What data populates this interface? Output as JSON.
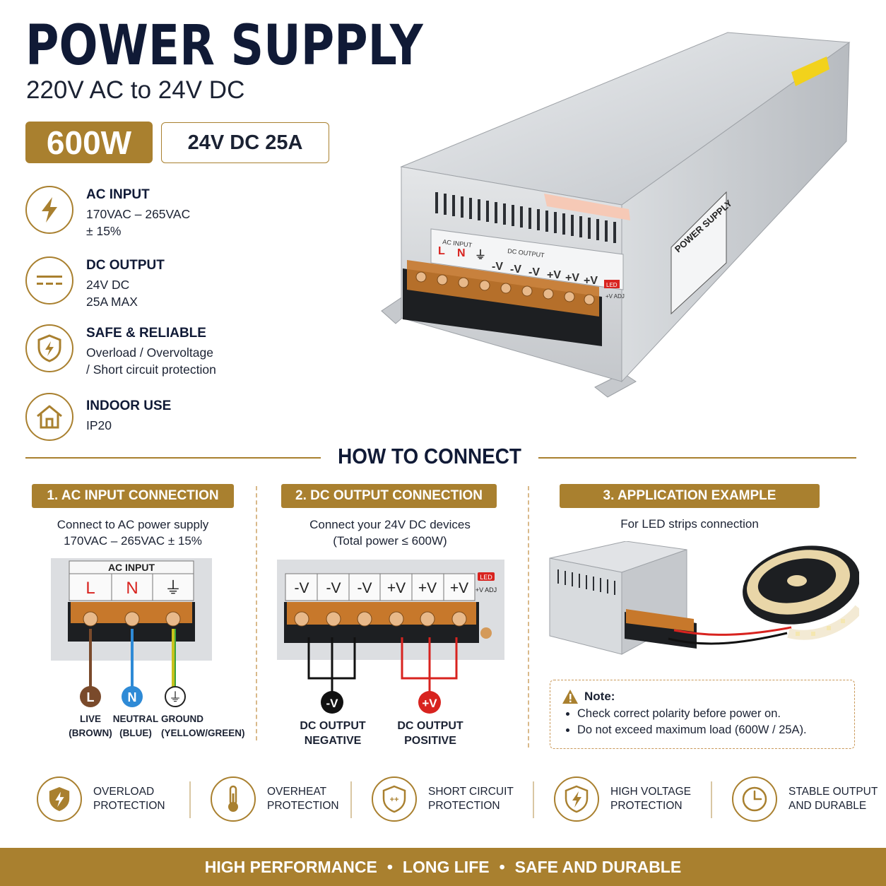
{
  "header": {
    "title": "POWER SUPPLY",
    "subtitle": "220V AC to 24V DC",
    "watt_badge": "600W",
    "rating_badge": "24V DC 25A"
  },
  "specs": [
    {
      "icon": "lightning-icon",
      "heading": "AC INPUT",
      "line1": "170VAC – 265VAC",
      "line2": "± 15%"
    },
    {
      "icon": "dc-symbol-icon",
      "heading": "DC OUTPUT",
      "line1": "24V DC",
      "line2": "25A MAX"
    },
    {
      "icon": "shield-icon",
      "heading": "SAFE & RELIABLE",
      "line1": "Overload / Overvoltage",
      "line2": "/ Short circuit protection"
    },
    {
      "icon": "house-icon",
      "heading": "INDOOR USE",
      "line1": "IP20",
      "line2": ""
    }
  ],
  "product_labels": {
    "ac_input": "AC INPUT",
    "dc_output": "DC OUTPUT",
    "brand": "POWER SUPPLY",
    "terminals": [
      "L",
      "N",
      "⏚",
      "-V",
      "-V",
      "-V",
      "+V",
      "+V",
      "+V"
    ],
    "led": "LED",
    "adj": "+V ADJ"
  },
  "how_to": {
    "title": "HOW TO CONNECT",
    "sections": [
      {
        "badge": "1. AC INPUT CONNECTION",
        "line1": "Connect to AC power supply",
        "line2": "170VAC – 265VAC ± 15%"
      },
      {
        "badge": "2. DC OUTPUT CONNECTION",
        "line1": "Connect your 24V DC devices",
        "line2": "(Total power ≤ 600W)"
      },
      {
        "badge": "3. APPLICATION EXAMPLE",
        "line1": "For LED strips connection",
        "line2": ""
      }
    ]
  },
  "ac_diagram": {
    "header": "AC INPUT",
    "terminals": [
      "L",
      "N",
      "⏚"
    ],
    "wires": [
      {
        "symbol": "L",
        "label1": "LIVE",
        "label2": "(BROWN)",
        "color": "#7a4a2b"
      },
      {
        "symbol": "N",
        "label1": "NEUTRAL",
        "label2": "(BLUE)",
        "color": "#2e8ad6"
      },
      {
        "symbol": "⏚",
        "label1": "GROUND",
        "label2": "(YELLOW/GREEN)",
        "color": "#c9c21c"
      }
    ]
  },
  "dc_diagram": {
    "terminals": [
      "-V",
      "-V",
      "-V",
      "+V",
      "+V",
      "+V"
    ],
    "led": "LED",
    "adj": "+V ADJ",
    "negative": {
      "symbol": "-V",
      "label1": "DC OUTPUT",
      "label2": "NEGATIVE",
      "color": "#111111"
    },
    "positive": {
      "symbol": "+V",
      "label1": "DC OUTPUT",
      "label2": "POSITIVE",
      "color": "#d8231f"
    }
  },
  "note": {
    "title": "Note:",
    "items": [
      "Check correct polarity before power on.",
      "Do not exceed maximum load (600W / 25A)."
    ]
  },
  "features": [
    {
      "icon": "shield-lightning-icon",
      "line1": "OVERLOAD",
      "line2": "PROTECTION"
    },
    {
      "icon": "thermometer-icon",
      "line1": "OVERHEAT",
      "line2": "PROTECTION"
    },
    {
      "icon": "shield-plus-icon",
      "line1": "SHORT CIRCUIT",
      "line2": "PROTECTION"
    },
    {
      "icon": "shield-bolt-icon",
      "line1": "HIGH VOLTAGE",
      "line2": "PROTECTION"
    },
    {
      "icon": "clock-icon",
      "line1": "STABLE OUTPUT",
      "line2": "AND DURABLE"
    }
  ],
  "footer": {
    "items": [
      "HIGH PERFORMANCE",
      "LONG LIFE",
      "SAFE AND DURABLE"
    ],
    "separator": "•"
  },
  "colors": {
    "accent": "#a9802f",
    "navy": "#101a36",
    "positive": "#d8231f"
  }
}
